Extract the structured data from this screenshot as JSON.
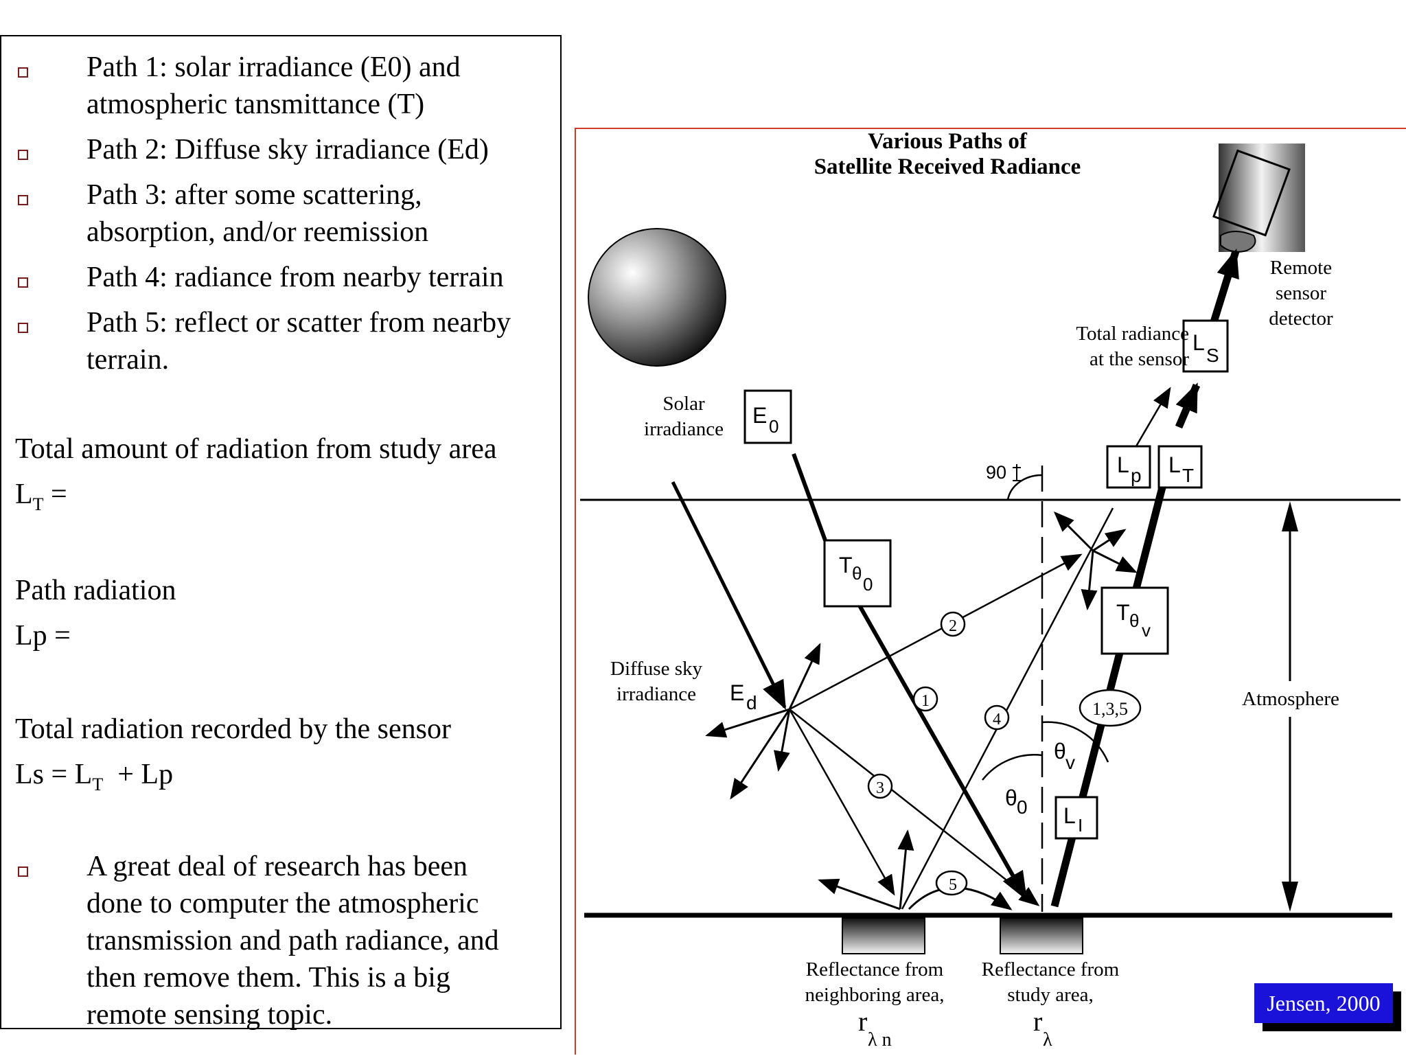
{
  "left_panel": {
    "bullets": [
      {
        "text": "Path 1: solar irradiance (E0) and\natmospheric tansmittance (T)"
      },
      {
        "text": "Path 2: Diffuse sky irradiance (Ed)"
      },
      {
        "text": "Path 3: after some scattering,\nabsorption, and/or reemission"
      },
      {
        "text": "Path 4: radiance from nearby terrain"
      },
      {
        "text": "Path 5: reflect or scatter from nearby\nterrain."
      }
    ],
    "total_area": {
      "line1": "Total amount of radiation from study area",
      "lt_main": "L",
      "lt_sub": "T",
      "lt_eq": " ="
    },
    "path_rad": {
      "line1": "Path radiation",
      "line2": "Lp ="
    },
    "sensor_total": {
      "line1": "Total radiation recorded by the sensor",
      "ls_pre": "Ls = L",
      "ls_sub": "T",
      "ls_post": "  + Lp"
    },
    "last_bullet": "A great deal of research has been\ndone to computer the atmospheric\ntransmission and path radiance, and\nthen remove them. This is a big\nremote sensing topic."
  },
  "diagram": {
    "title": "Various Paths of\nSatellite Received Radiance",
    "remote_sensor": "Remote\nsensor\ndetector",
    "total_radiance": "Total radiance\nat the sensor",
    "solar_irradiance": "Solar\nirradiance",
    "diffuse_sky": "Diffuse sky\nirradiance",
    "atmosphere": "Atmosphere",
    "reflect_neighbor": "Reflectance from\nneighboring area,",
    "reflect_study": "Reflectance from\nstudy area,",
    "angle_90": "90",
    "boxes": {
      "E0": {
        "main": "E",
        "sub": "0"
      },
      "Ls": {
        "main": "L",
        "sub": "S"
      },
      "Lp": {
        "main": "L",
        "sub": "p"
      },
      "LT": {
        "main": "L",
        "sub": "T"
      },
      "T0": {
        "main": "T",
        "sub": "θ",
        "subsub": "0"
      },
      "Tv": {
        "main": "T",
        "sub": "θ",
        "subsub": "v"
      },
      "Ll": {
        "main": "L",
        "sub": "I"
      }
    },
    "ed": {
      "main": "E",
      "sub": "d"
    },
    "theta_v": {
      "main": "θ",
      "sub": "v"
    },
    "theta_0": {
      "main": "θ",
      "sub": "0"
    },
    "path_numbers": [
      "1",
      "2",
      "3",
      "4",
      "5",
      "1,3,5"
    ],
    "r_neighbor": {
      "main": "r",
      "sub": "λ n"
    },
    "r_study": {
      "main": "r",
      "sub": "λ"
    },
    "credit": "Jensen, 2000",
    "colors": {
      "border": "#d23a2a",
      "credit_bg": "#1a12d8",
      "bullet": "#7a1a1a"
    }
  }
}
